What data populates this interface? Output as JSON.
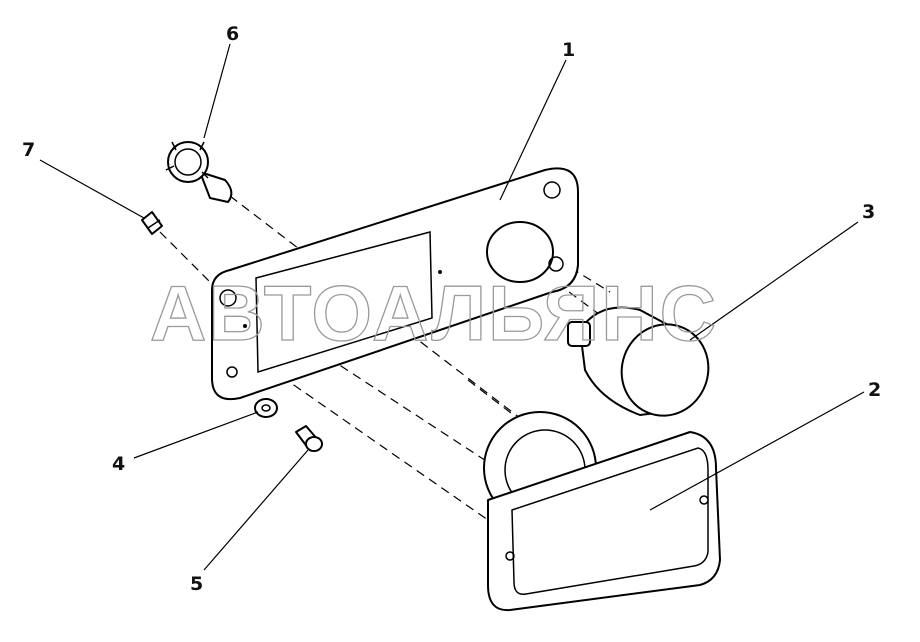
{
  "callouts": {
    "c1": "1",
    "c2": "2",
    "c3": "3",
    "c4": "4",
    "c5": "5",
    "c6": "6",
    "c7": "7"
  },
  "watermark": "АВТОАЛЬЯНС",
  "colors": {
    "line": "#000000",
    "watermark": "#9a9a9a",
    "background": "#ffffff"
  }
}
